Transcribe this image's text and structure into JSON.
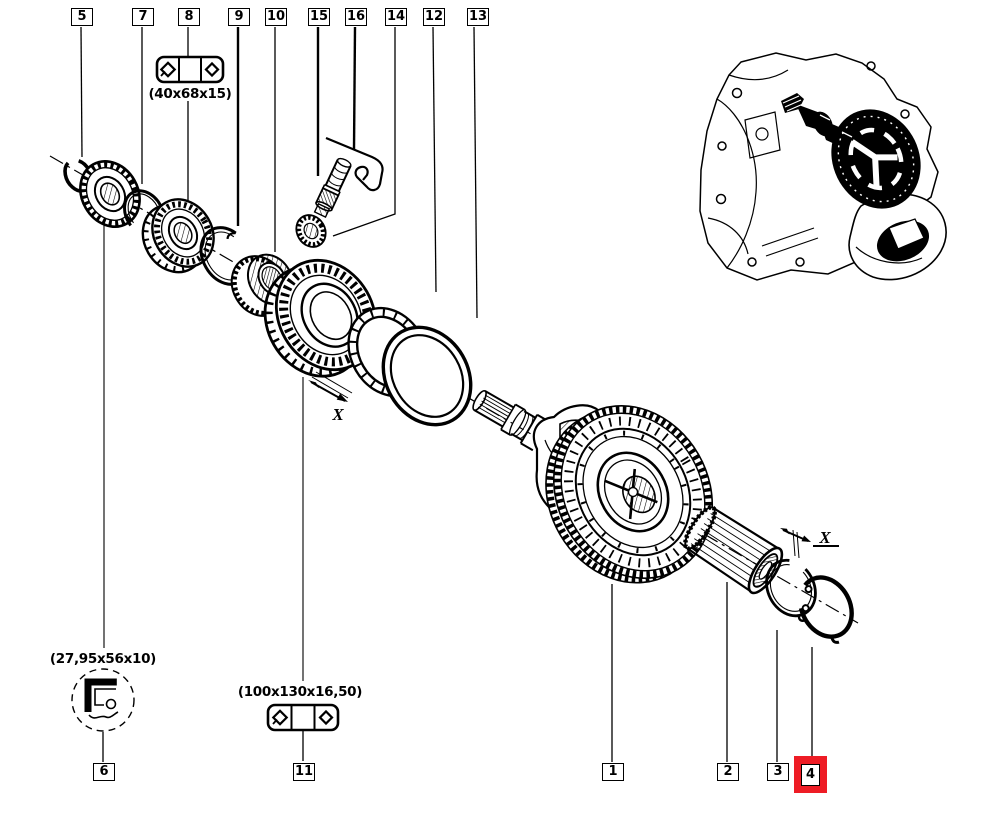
{
  "palette": {
    "ink": "#000000",
    "paper": "#ffffff",
    "highlight": "#ee1c25"
  },
  "callouts": {
    "top": [
      "5",
      "7",
      "8",
      "9",
      "10",
      "15",
      "16",
      "14",
      "12",
      "13"
    ],
    "bottom": [
      "6",
      "11",
      "1",
      "2",
      "3",
      "4"
    ],
    "highlighted": "4"
  },
  "dimensions": {
    "bearing_small": "(40x68x15)",
    "oil_seal": "(27,95x56x10)",
    "bearing_large": "(100x130x16,50)"
  },
  "measures": {
    "x1": "X",
    "x2": "X"
  },
  "icons": {
    "bearing_symbol": "rounded-box-with-two-diamonds",
    "oil_seal_symbol": "seal-cross-section-in-dashed-circle",
    "highlight_frame": "red-selection-frame"
  }
}
